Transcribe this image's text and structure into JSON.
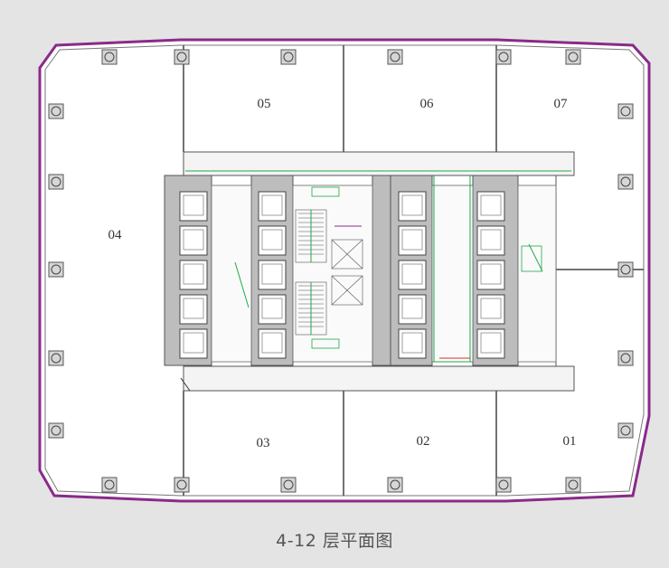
{
  "caption": "4-12 层平面图",
  "units": {
    "u01": "01",
    "u02": "02",
    "u03": "03",
    "u04": "04",
    "u05": "05",
    "u06": "06",
    "u07": "07"
  },
  "colors": {
    "background": "#e4e4e4",
    "outer_wall": "#8a2a8a",
    "core_fill": "#bdbdbd",
    "corridor_fill": "#f4f4f4",
    "green_lines": "#1fa84a"
  }
}
